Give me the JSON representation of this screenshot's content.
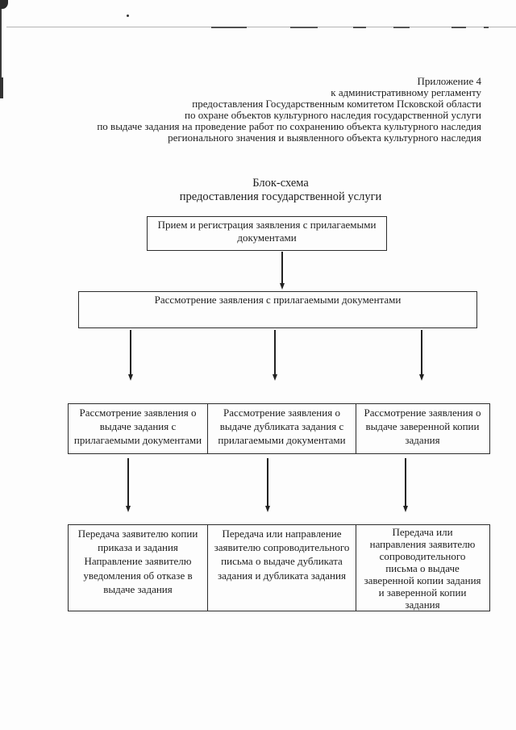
{
  "colors": {
    "ink": "#1d1d1d",
    "border": "#2c2c2c",
    "page_background": "#fdfdfd"
  },
  "header": {
    "lines": [
      "Приложение 4",
      "к административному регламенту",
      "предоставления Государственным комитетом Псковской области",
      "по охране объектов культурного наследия государственной услуги",
      "по выдаче задания на проведение работ по сохранению объекта культурного наследия",
      "регионального значения и выявленного объекта культурного наследия"
    ]
  },
  "title": {
    "lines": [
      "Блок-схема",
      "предоставления государственной услуги"
    ]
  },
  "flowchart": {
    "reception": "Прием и регистрация заявления с прилагаемыми\nдокументами",
    "review": "Рассмотрение заявления с прилагаемыми документами",
    "branches": [
      "Рассмотрение заявления о\nвыдаче задания с\nприлагаемыми документами",
      "Рассмотрение заявления о\nвыдаче дубликата задания с\nприлагаемыми документами",
      "Рассмотрение заявления о\nвыдаче заверенной копии\nзадания"
    ],
    "results": [
      "Передача заявителю копии\nприказа и задания\nНаправление заявителю\nуведомления об отказе в\nвыдаче задания",
      "Передача или направление\nзаявителю сопроводительного\nписьма о выдаче дубликата\nзадания и дубликата задания",
      "Передача или\nнаправления заявителю\nсопроводительного\nписьма о выдаче\nзаверенной копии задания\nи заверенной копии\nзадания"
    ]
  }
}
